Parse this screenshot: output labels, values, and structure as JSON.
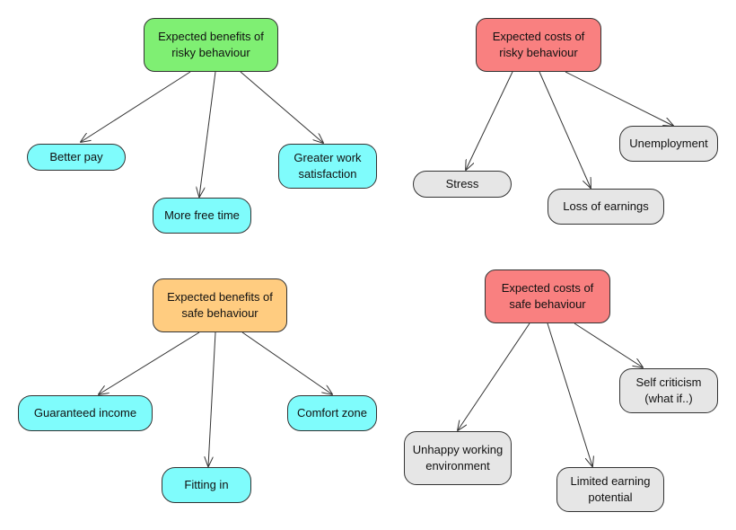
{
  "colors": {
    "benefits_risky": "#7fef73",
    "costs": "#f98080",
    "benefits_safe": "#ffcc80",
    "benefit_item": "#7ffcfc",
    "cost_item": "#e6e6e6",
    "edge": "#333333"
  },
  "nodes": {
    "benefits_risky": "Expected benefits of risky behaviour",
    "better_pay": "Better pay",
    "more_free_time": "More free time",
    "greater_work_satisfaction": "Greater work satisfaction",
    "costs_risky": "Expected costs of risky behaviour",
    "stress": "Stress",
    "loss_of_earnings": "Loss of earnings",
    "unemployment": "Unemployment",
    "benefits_safe": "Expected benefits of safe behaviour",
    "guaranteed_income": "Guaranteed income",
    "fitting_in": "Fitting in",
    "comfort_zone": "Comfort zone",
    "costs_safe": "Expected costs of safe behaviour",
    "unhappy_working_environment": "Unhappy working environment",
    "limited_earning_potential": "Limited earning potential",
    "self_criticism": "Self criticism (what if..)"
  },
  "edges": [
    [
      "benefits_risky",
      "better_pay"
    ],
    [
      "benefits_risky",
      "more_free_time"
    ],
    [
      "benefits_risky",
      "greater_work_satisfaction"
    ],
    [
      "costs_risky",
      "stress"
    ],
    [
      "costs_risky",
      "loss_of_earnings"
    ],
    [
      "costs_risky",
      "unemployment"
    ],
    [
      "benefits_safe",
      "guaranteed_income"
    ],
    [
      "benefits_safe",
      "fitting_in"
    ],
    [
      "benefits_safe",
      "comfort_zone"
    ],
    [
      "costs_safe",
      "unhappy_working_environment"
    ],
    [
      "costs_safe",
      "limited_earning_potential"
    ],
    [
      "costs_safe",
      "self_criticism"
    ]
  ]
}
